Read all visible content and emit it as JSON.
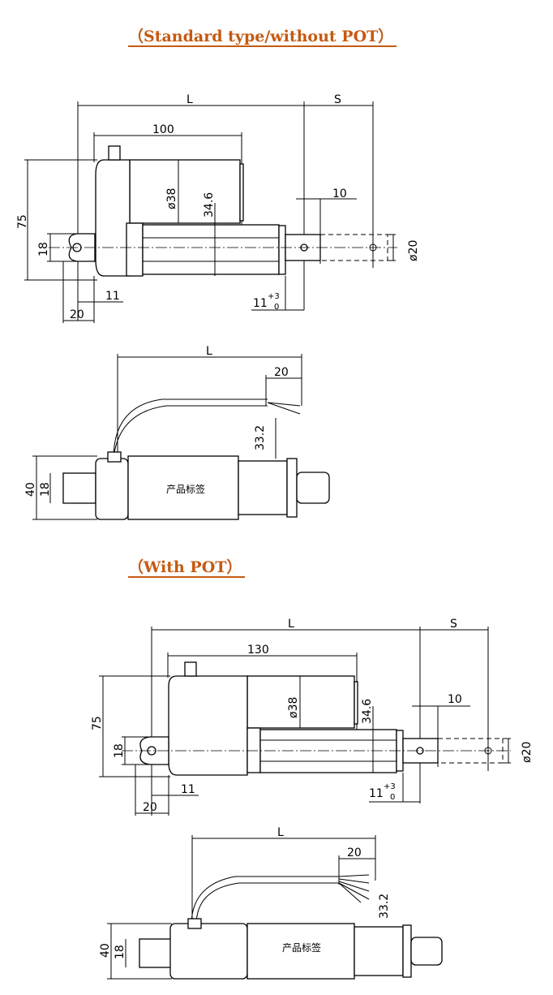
{
  "sections": [
    {
      "title": "（Standard type/without POT）",
      "side_view": {
        "L": "L",
        "S": "S",
        "motor_length": "100",
        "height": "75",
        "clevis_width": "18",
        "motor_dia": "ø38",
        "tube_height": "34.6",
        "rod_hole": "10",
        "rod_dia": "ø20",
        "rear_offset": "11",
        "rear_width": "20",
        "rod_tol_base": "11",
        "rod_tol_plus": "+3",
        "rod_tol_minus": "0"
      },
      "top_view": {
        "L": "L",
        "cable_strip": "20",
        "cable_height": "33.2",
        "width": "40",
        "clevis": "18",
        "label": "产品标签"
      }
    },
    {
      "title": "（With POT）",
      "side_view": {
        "L": "L",
        "S": "S",
        "motor_length": "130",
        "height": "75",
        "clevis_width": "18",
        "motor_dia": "ø38",
        "tube_height": "34.6",
        "rod_hole": "10",
        "rod_dia": "ø20",
        "rear_offset": "11",
        "rear_width": "20",
        "rod_tol_base": "11",
        "rod_tol_plus": "+3",
        "rod_tol_minus": "0"
      },
      "top_view": {
        "L": "L",
        "cable_strip": "20",
        "cable_height": "33.2",
        "width": "40",
        "clevis": "18",
        "label": "产品标签"
      }
    }
  ]
}
